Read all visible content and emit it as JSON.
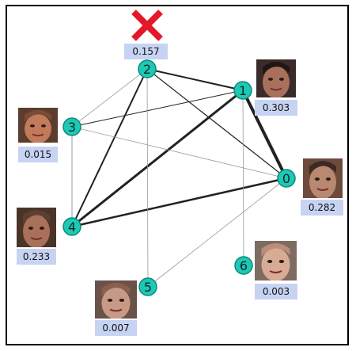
{
  "style": {
    "node_fill": "#1ec8b4",
    "node_stroke": "#0a8a78",
    "node_text": "#0b2a26",
    "score_bg": "#c7d3f2",
    "edge_color": "#222222",
    "edge_light": "#9a9a9a",
    "cross_color": "#e3192a"
  },
  "nodes": [
    {
      "id": "0",
      "label": "0",
      "score": "0.282"
    },
    {
      "id": "1",
      "label": "1",
      "score": "0.303"
    },
    {
      "id": "2",
      "label": "2",
      "score": "0.157",
      "marked_wrong": true
    },
    {
      "id": "3",
      "label": "3",
      "score": "0.015"
    },
    {
      "id": "4",
      "label": "4",
      "score": "0.233"
    },
    {
      "id": "5",
      "label": "5",
      "score": "0.007"
    },
    {
      "id": "6",
      "label": "6",
      "score": "0.003"
    }
  ],
  "edges": [
    {
      "from": "1",
      "to": "0",
      "weight": 4
    },
    {
      "from": "1",
      "to": "4",
      "weight": 3
    },
    {
      "from": "0",
      "to": "4",
      "weight": 2.5
    },
    {
      "from": "2",
      "to": "1",
      "weight": 2
    },
    {
      "from": "2",
      "to": "4",
      "weight": 2
    },
    {
      "from": "2",
      "to": "0",
      "weight": 1.2
    },
    {
      "from": "3",
      "to": "1",
      "weight": 1
    },
    {
      "from": "3",
      "to": "0",
      "weight": 0.5
    },
    {
      "from": "4",
      "to": "3",
      "weight": 0.6
    },
    {
      "from": "2",
      "to": "3",
      "weight": 0.5
    },
    {
      "from": "2",
      "to": "5",
      "weight": 0.5
    },
    {
      "from": "1",
      "to": "6",
      "weight": 0.5
    },
    {
      "from": "5",
      "to": "0",
      "weight": 0.3
    },
    {
      "from": "3",
      "to": "4",
      "weight": 0.5
    }
  ]
}
